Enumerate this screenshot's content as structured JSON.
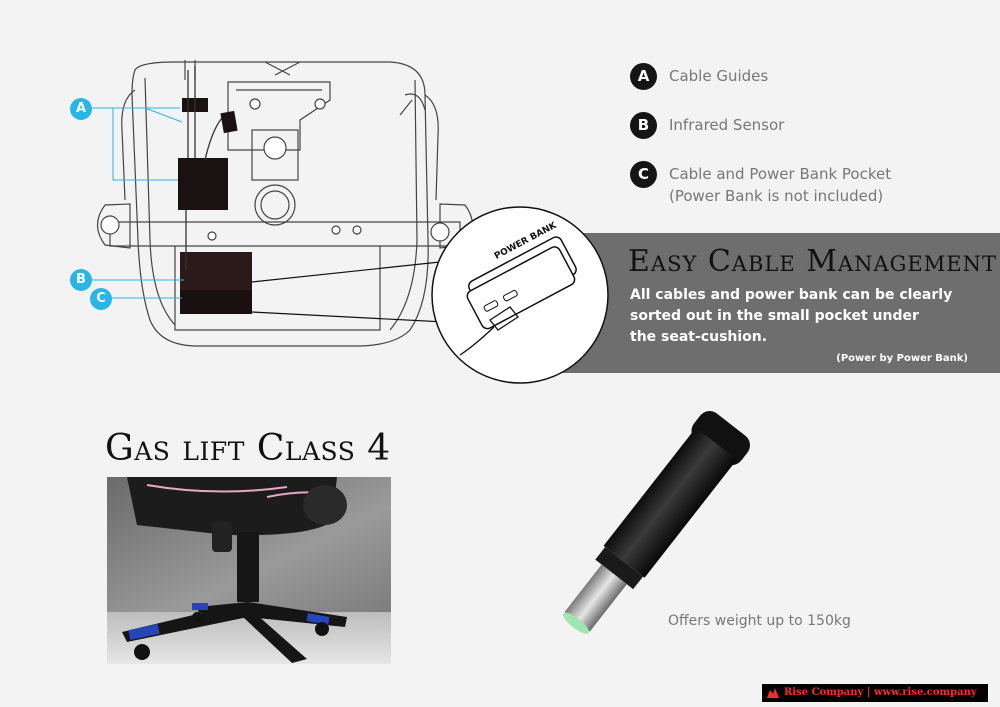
{
  "diagram": {
    "callouts": [
      "A",
      "B",
      "C"
    ],
    "power_bank_label": "POWER BANK"
  },
  "legend": [
    {
      "letter": "A",
      "line1": "Cable Guides",
      "line2": ""
    },
    {
      "letter": "B",
      "line1": "Infrared Sensor",
      "line2": ""
    },
    {
      "letter": "C",
      "line1": "Cable and Power Bank Pocket",
      "line2": "(Power Bank is not included)"
    }
  ],
  "cable_management": {
    "title": "Easy Cable Management",
    "lines": [
      "All cables and power bank can be clearly",
      "sorted out in the small pocket  under",
      "the seat-cushion."
    ],
    "note": "(Power by Power Bank)"
  },
  "gas_lift": {
    "title": "Gas lift Class 4",
    "weight_text": "Offers weight up to 150kg"
  },
  "footer": {
    "text": "Rise Company | www.rise.company"
  },
  "colors": {
    "background": "#f3f3f3",
    "band": "#6e6e6e",
    "callout": "#29b6e6",
    "badge": "#151515",
    "footer_text": "#ff2a2a"
  }
}
